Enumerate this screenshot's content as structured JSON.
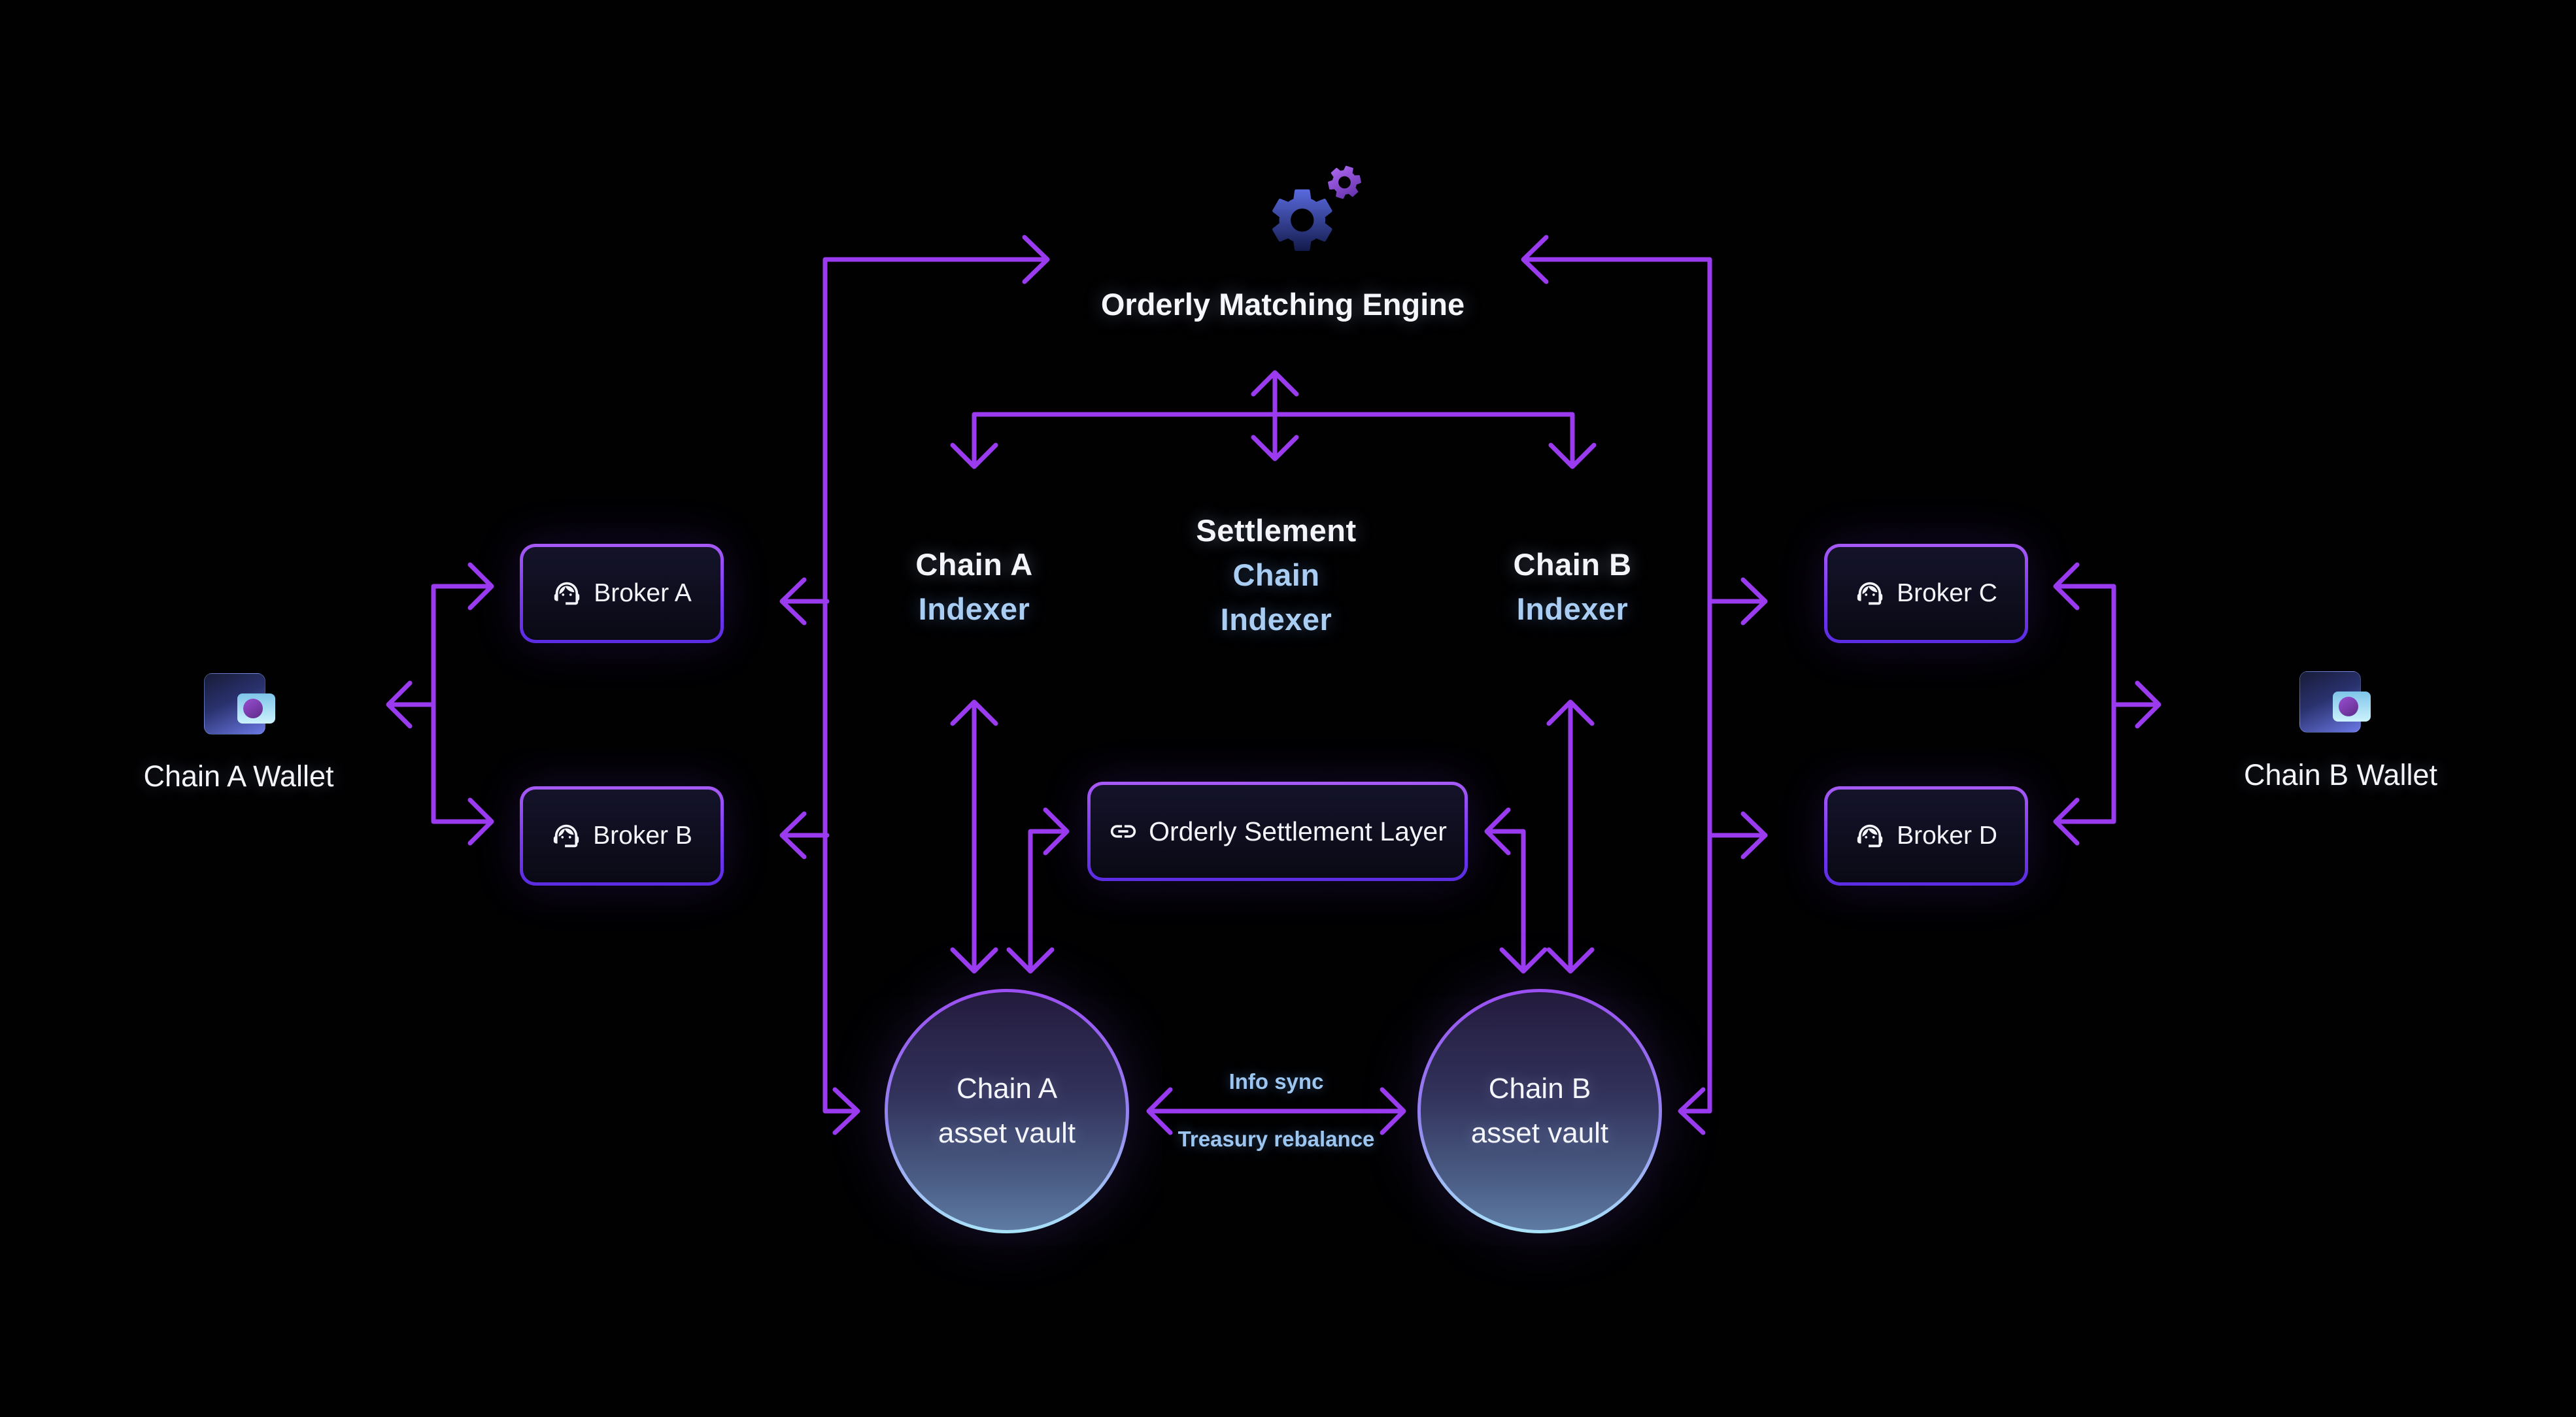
{
  "engine": {
    "label": "Orderly Matching Engine",
    "icon": "gears-icon"
  },
  "indexers": {
    "chain_a": {
      "line1": "Chain A",
      "line2": "Indexer"
    },
    "settlement": {
      "line1": "Settlement",
      "line2": "Chain",
      "line3": "Indexer"
    },
    "chain_b": {
      "line1": "Chain B",
      "line2": "Indexer"
    }
  },
  "settlement_layer": {
    "label": "Orderly Settlement Layer",
    "icon": "link-icon"
  },
  "brokers": [
    {
      "label": "Broker A"
    },
    {
      "label": "Broker B"
    },
    {
      "label": "Broker C"
    },
    {
      "label": "Broker D"
    }
  ],
  "wallets": {
    "chain_a": {
      "label": "Chain A Wallet",
      "icon": "wallet-icon"
    },
    "chain_b": {
      "label": "Chain B Wallet",
      "icon": "wallet-icon"
    }
  },
  "vaults": {
    "chain_a": {
      "line1": "Chain A",
      "line2": "asset vault"
    },
    "chain_b": {
      "line1": "Chain B",
      "line2": "asset vault"
    }
  },
  "vault_link": {
    "top_label": "Info sync",
    "bottom_label": "Treasury rebalance"
  },
  "colors": {
    "background": "#010102",
    "arrow": "#9b3bf0",
    "indexer_blue": "#a9cdf3",
    "label_white": "#f3f5fa",
    "box_border_top": "#a75af5",
    "box_border_bottom": "#5a2ce2",
    "vault_border_top": "#9a4ef2",
    "vault_border_bottom": "#a9e3f8"
  }
}
